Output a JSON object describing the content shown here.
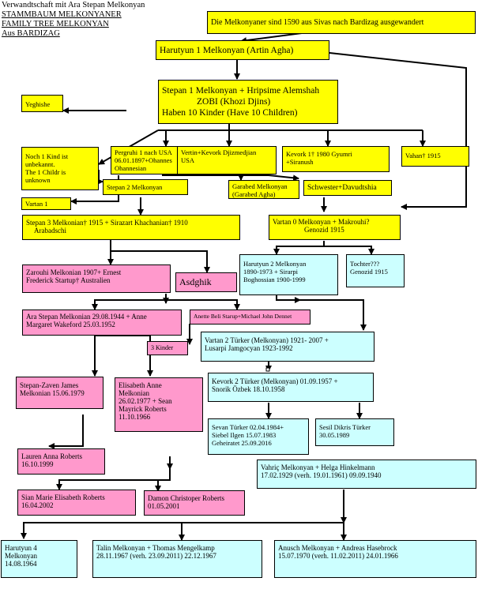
{
  "header": {
    "line1": "Verwandtschaft mit Ara Stepan Melkonyan",
    "line2": "STAMMBAUM MELKONYANER",
    "line3": "FAMILY TREE MELKONYAN",
    "line4": "Aus BARDIZAG"
  },
  "colors": {
    "yellow": "#ffff00",
    "pink": "#ff99cc",
    "cyan": "#ccffff"
  },
  "nodes": {
    "origin": [
      "Die Melkonyaner sind 1590 aus Sivas nach Bardizag ausgewandert"
    ],
    "harutyun1": [
      "Harutyun 1 Melkonyan (Artin Agha)"
    ],
    "stepan1": [
      "Stepan 1 Melkonyan + Hripsime Alemshah",
      "ZOBI (Khozi Djins)",
      "Haben 10 Kinder (Have 10 Children)"
    ],
    "yeghishe": [
      "Yeghishe"
    ],
    "noch1kind": [
      "Noch 1 Kind ist",
      "unbekannt.",
      "The 1 Childr is",
      "unknown"
    ],
    "pergruhi": [
      "Pergruhi 1 nach USA",
      "06.01.1897+Ohannes",
      "Ohannesian"
    ],
    "vertin": [
      "Vertin+Kevork Djizmedjian",
      "USA"
    ],
    "kevork1": [
      "Kevork 1† 1980 Gyumri",
      "+Siranush"
    ],
    "vahan": [
      "Vahan† 1915"
    ],
    "stepan2": [
      "Stepan 2 Melkonyan"
    ],
    "garabed": [
      "Garabed Melkonyan",
      "(Garabed Agha)"
    ],
    "schwester": [
      "Schwester+Davudtshia"
    ],
    "vartan1": [
      "Vartan 1"
    ],
    "stepan3": [
      "Stepan 3 Melkonian† 1915 + Sirazart Khachanian† 1910",
      "Arabadschi"
    ],
    "vartan0": [
      "Vartan 0 Melkonyan + Makrouhi?",
      "Genozid 1915"
    ],
    "zarouhi": [
      "Zarouhi Melkonian 1907+ Ernest",
      "Frederick Startup† Australien"
    ],
    "asdghik": [
      "Asdghik"
    ],
    "harutyun2": [
      "Harutyun 2 Melkonyan",
      "1890-1973 + Sirarpi",
      "Boghossian 1900-1999"
    ],
    "tochter": [
      "Tochter???",
      "Genozid 1915"
    ],
    "ara": [
      "Ara Stepan Melkonian 29.08.1944 + Anne",
      "Margaret Wakeford 25.03.1952"
    ],
    "anette": [
      "Anette Beli Starup+Michael John Dennet"
    ],
    "kinder3": [
      "3 Kinder"
    ],
    "vartan2": [
      "Vartan 2 Türker (Melkonyan) 1921- 2007 +",
      "Lusarpi Jamgocyan 1923-1992"
    ],
    "kevork2": [
      "Kevork 2 Türker (Melkonyan) 01.09.1957 +",
      "Snorik Özbek 18.10.1958"
    ],
    "stepanzaven": [
      "Stepan-Zaven James",
      "Melkonian 15.06.1979"
    ],
    "elisabeth": [
      "Elisabeth Anne",
      "Melkonian",
      "26.02.1977 + Sean",
      "Mayrick Roberts",
      "11.10.1966"
    ],
    "sevan": [
      "Sevan Türker 02.04.1984+",
      "Siebel Ilgen 15.07.1983",
      "Geheiratet 25.09.2016"
    ],
    "sesil": [
      "Sesil Dikris Türker",
      "30.05.1989"
    ],
    "vahric": [
      "Vahriç Melkonyan + Helga Hinkelmann",
      "17.02.1929      (verh. 19.01.1961)  09.09.1940"
    ],
    "lauren": [
      "Lauren Anna Roberts",
      "16.10.1999"
    ],
    "sian": [
      "Sian Marie Elisabeth Roberts",
      "16.04.2002"
    ],
    "damon": [
      "Damon Christoper Roberts",
      "01.05.2001"
    ],
    "harutyun4": [
      "Harutyun 4",
      "Melkonyan",
      "14.08.1964"
    ],
    "talin": [
      "Talin Melkonyan + Thomas Mengelkamp",
      "28.11.1967    (verh. 23.09.2011)  22.12.1967"
    ],
    "anusch": [
      "Anusch Melkonyan + Andreas  Hasebrock",
      "15.07.1970    (verh. 11.02.2011) 24.01.1966"
    ]
  }
}
